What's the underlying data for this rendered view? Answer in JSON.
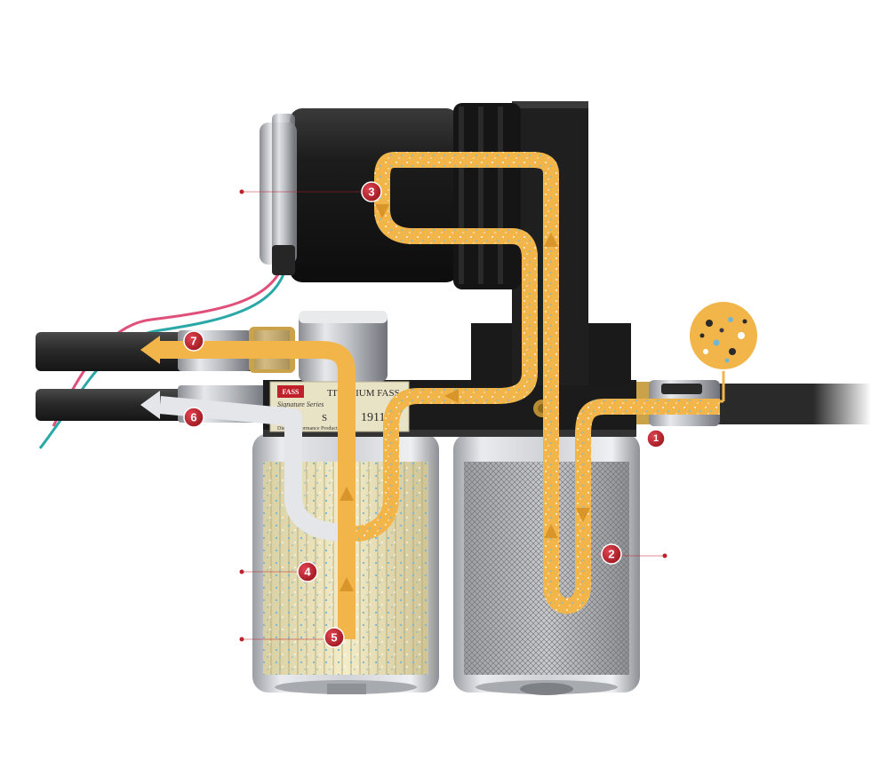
{
  "colors": {
    "flow": "#f2b54a",
    "flow_dark": "#d8962a",
    "clean_flow": "#e4e6ea",
    "badge": "#c0202a",
    "housing": "#1e1e1e",
    "hose": "#2e2e2e",
    "wire_red": "#e0507a",
    "wire_teal": "#2aa8a8"
  },
  "callouts": [
    {
      "num": "1"
    },
    {
      "num": "2"
    },
    {
      "num": "3"
    },
    {
      "num": "4"
    },
    {
      "num": "5"
    },
    {
      "num": "6"
    },
    {
      "num": "7"
    }
  ],
  "label_plate": {
    "title": "TITANIUM FASS",
    "brand": "FASS",
    "series": "Signature Series",
    "model_prefix": "S",
    "model_number": "1911",
    "company": "Diesel Performance Products, Inc."
  }
}
